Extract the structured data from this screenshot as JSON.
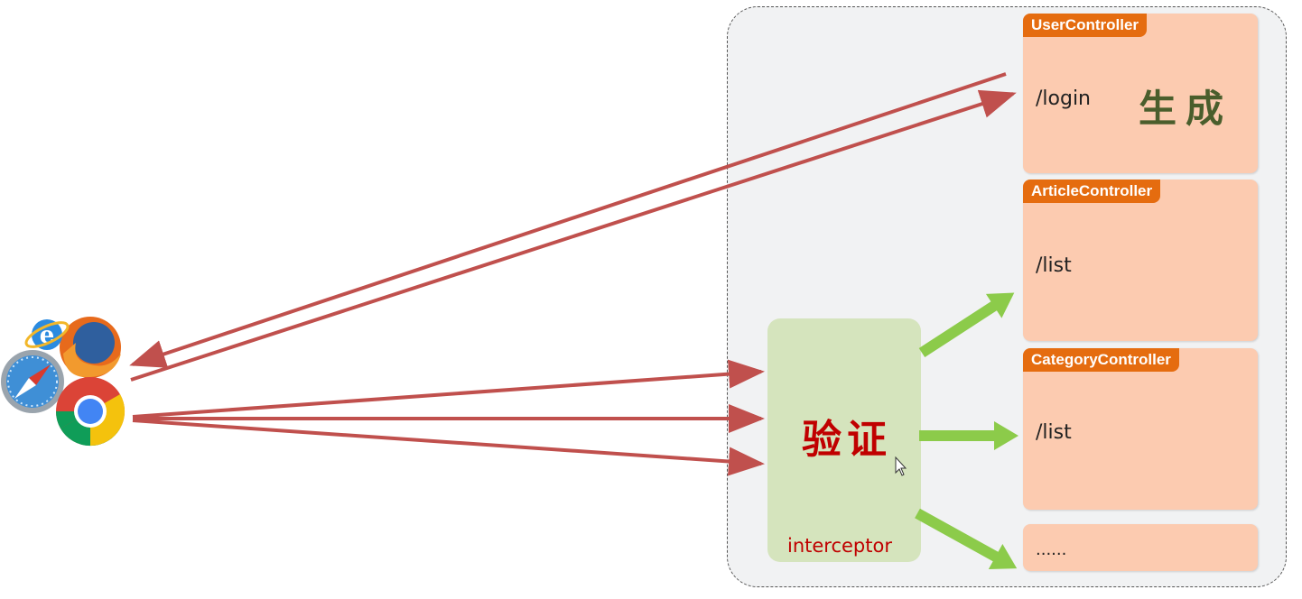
{
  "controllers": [
    {
      "name": "UserController",
      "path": "/login",
      "note": "生成"
    },
    {
      "name": "ArticleController",
      "path": "/list"
    },
    {
      "name": "CategoryController",
      "path": "/list"
    },
    {
      "path": "......"
    }
  ],
  "interceptor": {
    "title": "验证",
    "label": "interceptor"
  },
  "colors": {
    "request_arrow": "#c0504d",
    "pass_arrow": "#8ccb4a",
    "controller_bg": "#fccbb0",
    "controller_tag": "#e56c0f",
    "interceptor_bg": "#d5e4bd"
  },
  "icons": [
    "ie-icon",
    "firefox-icon",
    "safari-icon",
    "chrome-icon"
  ]
}
